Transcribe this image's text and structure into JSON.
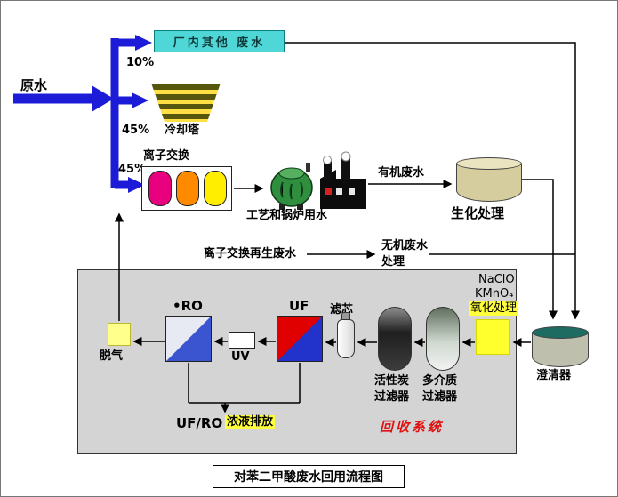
{
  "caption": "对苯二甲酸废水回用流程图",
  "labels": {
    "raw_water": "原水",
    "pct_other": "10%",
    "other_waste": "厂内其他 废水",
    "pct_cooling": "45%",
    "cooling_tower": "冷却塔",
    "ion_exchange": "离子交换",
    "pct_ion": "45%",
    "process_boiler_water": "工艺和锅炉用水",
    "organic_waste": "有机废水",
    "biochem": "生化处理",
    "ion_regen": "离子交换再生废水",
    "inorganic_waste": "无机废水",
    "inorganic_treat": "处理",
    "clarifier": "澄清器",
    "naclo": "NaClO",
    "kmno4": "KMnO₄",
    "oxidation": "氧化处理",
    "multimedia_line1": "多介质",
    "multimedia_line2": "过滤器",
    "carbon_line1": "活性炭",
    "carbon_line2": "过滤器",
    "cartridge": "滤芯",
    "uf": "UF",
    "uv": "UV",
    "ro": "•RO",
    "degas": "脱气",
    "ufro": "UF/RO",
    "concentrate": "浓液排放",
    "recovery": "回收系统"
  },
  "colors": {
    "flow_blue": "#1c1cd8",
    "cyan_box": "#4fd6d6",
    "ion_magenta": "#e8007e",
    "ion_orange": "#ff8a00",
    "ion_yellow": "#ffee00",
    "highlight_yellow": "#ffff3d",
    "recovery_red": "#e01010",
    "clarifier_teal": "#1d6b61",
    "uf_red": "#e00000",
    "membrane_blue": "#2233cc"
  }
}
